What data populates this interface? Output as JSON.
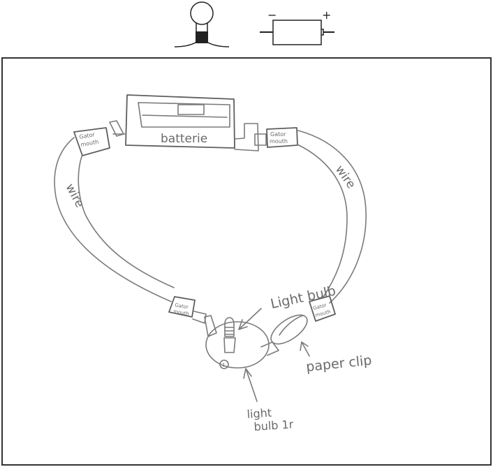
{
  "symbols": {
    "bulb_symbol": {
      "name": "light-bulb-symbol"
    },
    "battery_symbol": {
      "name": "battery-symbol",
      "negative_label": "−",
      "positive_label": "+"
    }
  },
  "drawing": {
    "battery_label": "batterie",
    "left_clip_label_line1": "Gator",
    "left_clip_label_line2": "mouth",
    "right_clip_label_line1": "Gator",
    "right_clip_label_line2": "mouth",
    "lower_left_clip_label_line1": "Gator",
    "lower_left_clip_label_line2": "mouth",
    "lower_right_clip_label_line1": "Gator",
    "lower_right_clip_label_line2": "mouth",
    "left_wire_label": "wire",
    "right_wire_label": "wire",
    "light_bulb_label": "Light bulb",
    "paper_clip_label": "paper clip",
    "bulb_holder_label_line1": "light",
    "bulb_holder_label_line2": "bulb 1r",
    "holder_mark": "1"
  },
  "colors": {
    "pencil": "#7a7a7a",
    "frame": "#333333",
    "symbol_ink": "#222222"
  }
}
